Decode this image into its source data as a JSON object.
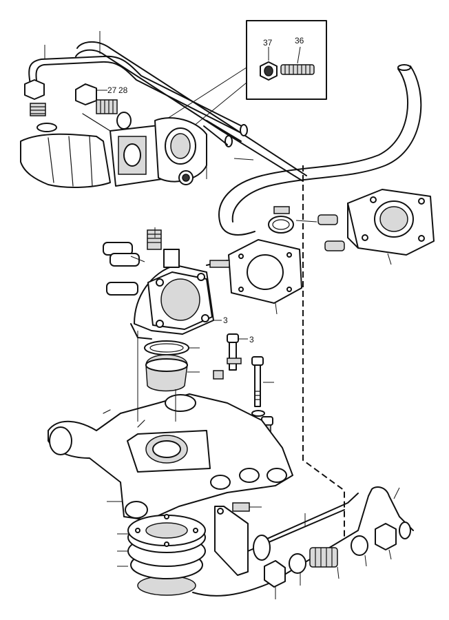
{
  "labels": {
    "p27": "27",
    "p28": "28",
    "p36": "36",
    "p37": "37",
    "p3a": "3",
    "p3b": "3"
  }
}
